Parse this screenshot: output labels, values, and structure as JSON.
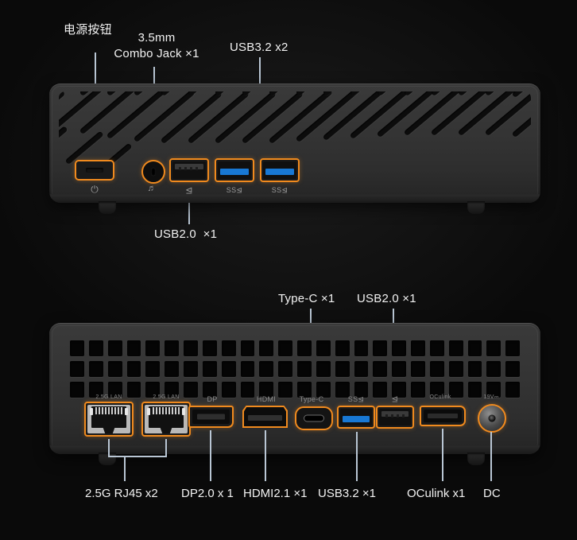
{
  "front": {
    "callouts": [
      {
        "id": "power-button",
        "text": "电源按钮"
      },
      {
        "id": "combo-jack",
        "text": "3.5mm\nCombo Jack ×1"
      },
      {
        "id": "usb32-x2",
        "text": "USB3.2 x2"
      },
      {
        "id": "usb20-x1",
        "text": "USB2.0  ×1"
      }
    ],
    "port_icons": [
      {
        "id": "power",
        "glyph": "⏻"
      },
      {
        "id": "headphone",
        "glyph": "🎧"
      },
      {
        "id": "usb20",
        "glyph": "USB"
      },
      {
        "id": "usb32-1",
        "glyph": "SS"
      },
      {
        "id": "usb32-2",
        "glyph": "SS"
      }
    ]
  },
  "rear": {
    "callouts_top": [
      {
        "id": "type-c",
        "text": "Type-C ×1"
      },
      {
        "id": "usb20",
        "text": "USB2.0 ×1"
      }
    ],
    "port_labels": [
      {
        "id": "lan1",
        "text": "2.5G LAN"
      },
      {
        "id": "lan2",
        "text": "2.5G LAN"
      },
      {
        "id": "dp",
        "text": "DP"
      },
      {
        "id": "hdmi",
        "text": "HDMI"
      },
      {
        "id": "typec",
        "text": "Type-C"
      },
      {
        "id": "usb32",
        "text": "SS"
      },
      {
        "id": "usb20",
        "text": "USB"
      },
      {
        "id": "oculink",
        "text": "OCulink"
      },
      {
        "id": "dc",
        "text": "19V⎓"
      }
    ],
    "callouts_bottom": [
      {
        "id": "rj45",
        "text": "2.5G RJ45 x2"
      },
      {
        "id": "dp",
        "text": "DP2.0 x 1"
      },
      {
        "id": "hdmi",
        "text": "HDMI2.1 ×1"
      },
      {
        "id": "usb32",
        "text": "USB3.2 ×1"
      },
      {
        "id": "oculink",
        "text": "OCulink x1"
      },
      {
        "id": "dc",
        "text": "DC"
      }
    ]
  },
  "colors": {
    "accent": "#f08a1e",
    "usb3_blue": "#1878d4",
    "leader": "#b9c6d4",
    "text": "#f2f2f2",
    "port_label": "#8d8d8d",
    "background": "#0a0a0a"
  }
}
